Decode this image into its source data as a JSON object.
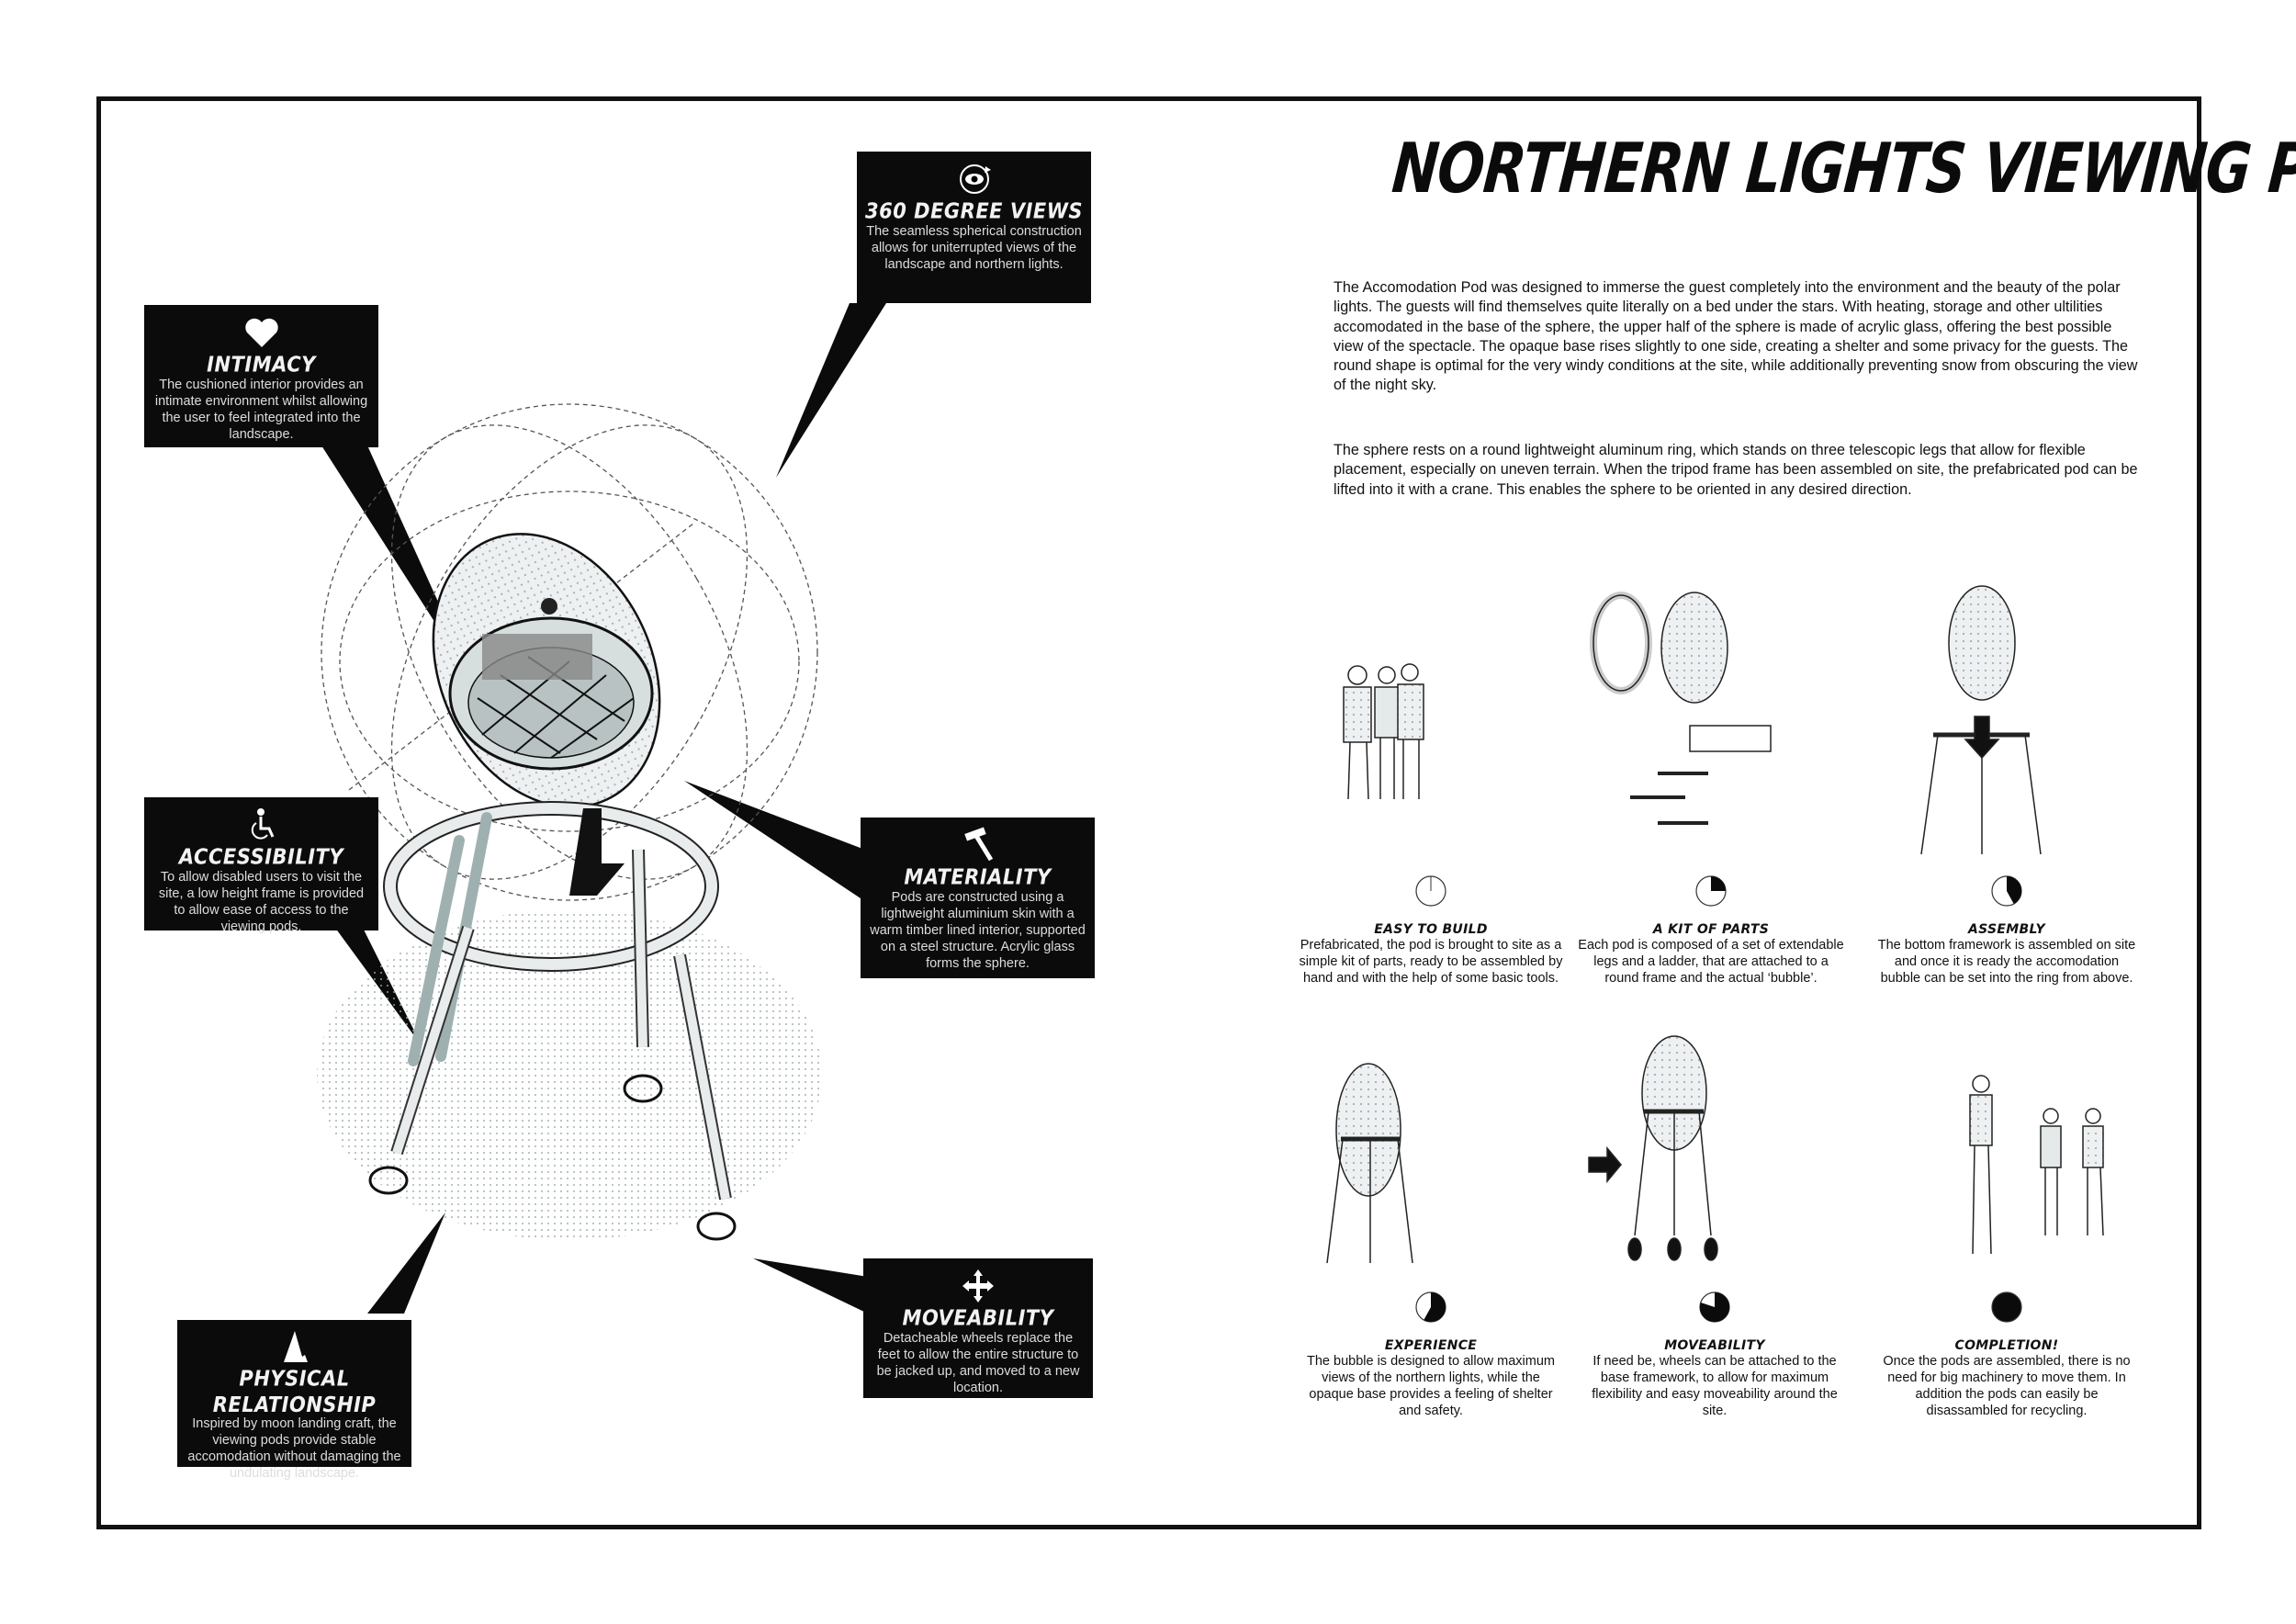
{
  "poster": {
    "title": "Northern Lights Viewing Pods",
    "description": [
      "The Accomodation Pod was designed to immerse the guest completely into the environment and the beauty of the polar lights. The guests will find themselves quite literally on a bed under the stars. With heating, storage and other ultilities accomodated in the base of the sphere, the upper half of the sphere is made of acrylic glass, offering the best possible view of the spectacle. The opaque base rises slightly to one side, creating a shelter and some privacy for the guests. The round shape is optimal for the very windy conditions at the site, while additionally preventing snow from obscuring the view of the night sky.",
      "The sphere rests on a round lightweight aluminum ring, which stands on three telescopic legs that allow for flexible placement, especially on uneven terrain. When the tripod frame has been assembled on site, the prefabricated pod can be lifted into it with a crane. This enables the sphere to be oriented in any desired direction."
    ]
  },
  "callouts": [
    {
      "id": "views",
      "icon": "rotating-eye-icon",
      "title": "360 Degree Views",
      "text": "The seamless spherical construction allows for uniterrupted views of the landscape and northern lights."
    },
    {
      "id": "intimacy",
      "icon": "heart-icon",
      "title": "Intimacy",
      "text": "The cushioned interior provides an intimate environment whilst allowing the user to feel integrated into the landscape."
    },
    {
      "id": "accessibility",
      "icon": "wheelchair-icon",
      "title": "Accessibility",
      "text": "To allow disabled users to visit the site, a low height frame is provided to allow ease of access to the viewing pods."
    },
    {
      "id": "materiality",
      "icon": "hammer-icon",
      "title": "Materiality",
      "text": "Pods are constructed using a lightweight aluminium skin with a warm timber lined interior, supported on a steel structure. Acrylic glass forms the sphere."
    },
    {
      "id": "moveability",
      "icon": "move-arrows-icon",
      "title": "Moveability",
      "text": "Detacheable wheels replace the feet to allow the entire structure to be jacked up, and moved to a new location."
    },
    {
      "id": "physical",
      "icon": "mountain-icon",
      "title": "Physical Relationship",
      "text": "Inspired by moon landing craft, the viewing pods provide stable accomodation without damaging the undulating landscape."
    }
  ],
  "steps": [
    {
      "title": "Easy to Build",
      "progress": 0.0,
      "text": "Prefabricated, the pod is brought to site as a simple kit of parts, ready to be assembled by hand and with the help of some basic tools."
    },
    {
      "title": "A Kit of Parts",
      "progress": 0.25,
      "text": "Each pod is composed of a set of extendable legs and a ladder, that are attached to a round frame and the actual ‘bubble’."
    },
    {
      "title": "Assembly",
      "progress": 0.42,
      "text": "The bottom framework is assembled on site and once it is ready the accomodation bubble can be set into the ring from above."
    },
    {
      "title": "Experience",
      "progress": 0.58,
      "text": "The bubble is designed to allow maximum views of the northern lights, while the opaque base provides a feeling of shelter and safety."
    },
    {
      "title": "Moveability",
      "progress": 0.8,
      "text": "If need be, wheels can be attached to the base framework, to allow for maximum flexibility and easy moveability around the site."
    },
    {
      "title": "Completion!",
      "progress": 1.0,
      "text": "Once the pods are assembled, there is no need for big machinery to move them. In addition the pods can easily be disassambled for recycling."
    }
  ],
  "colors": {
    "ink": "#0b0b0b",
    "pale": "#e4eaea",
    "tint": "#c9d3d3"
  }
}
